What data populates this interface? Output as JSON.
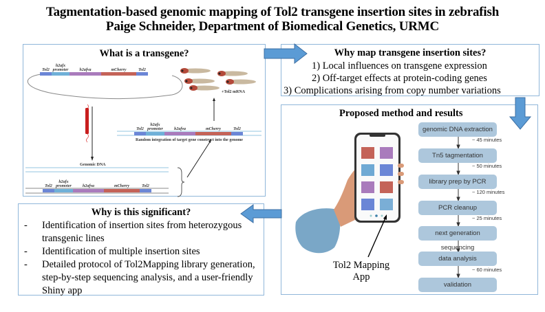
{
  "header": {
    "title": "Tagmentation-based genomic mapping of Tol2 transgene insertion sites in zebrafish",
    "author_line": "Paige Schneider, Department of Biomedical Genetics, URMC"
  },
  "transgene_panel": {
    "heading": "What is a transgene?",
    "construct_segments": [
      {
        "label": "Tol2",
        "color": "#6b86d6"
      },
      {
        "label": "h2afx promoter",
        "color": "#6fb0d8"
      },
      {
        "label": "h2afva",
        "color": "#a97bbc"
      },
      {
        "label": "mCherry",
        "color": "#c46358"
      },
      {
        "label": "Tol2",
        "color": "#6b86d6"
      }
    ],
    "seg_top_line1": "h2afx",
    "seg_top_line2": "promoter",
    "mrna_label": "+Tol2 mRNA",
    "integration_caption": "Random integration of target gene construct into the genome",
    "genomic_dna_label": "Genomic DNA"
  },
  "why_map_panel": {
    "heading": "Why map transgene insertion sites?",
    "items": [
      "1)  Local influences on transgene expression",
      "2)  Off-target effects at protein-coding genes",
      "3)  Complications arising from copy number variations"
    ]
  },
  "method_panel": {
    "heading": "Proposed method and results",
    "app_label_line1": "Tol2 Mapping",
    "app_label_line2": "App",
    "app_tile_colors": [
      "#c46358",
      "#a97bbc",
      "#6fa9d4",
      "#6b86d6",
      "#a97bbc",
      "#c46358",
      "#6b86d6",
      "#7aaed6"
    ],
    "steps": [
      {
        "label": "genomic DNA extraction",
        "duration": "~ 45 minutes"
      },
      {
        "label": "Tn5 tagmentation",
        "duration": "~ 50 minutes"
      },
      {
        "label": "library prep by PCR",
        "duration": "~ 120 minutes"
      },
      {
        "label": "PCR cleanup",
        "duration": "~ 25 minutes"
      },
      {
        "label": "next generation sequencing",
        "duration": ""
      },
      {
        "label": "data analysis",
        "duration": "~ 60 minutes"
      },
      {
        "label": "validation",
        "duration": ""
      }
    ]
  },
  "significance_panel": {
    "heading": "Why is this significant?",
    "bullet": "-",
    "items": [
      {
        "line1": "Identification of insertion sites from heterozygous",
        "line2": "transgenic lines"
      },
      {
        "line1": "Identification of multiple insertion sites",
        "line2": ""
      },
      {
        "line1": "Detailed protocol of Tol2Mapping library generation,",
        "line2": "step-by-step sequencing analysis, and a user-friendly",
        "line3": "Shiny app"
      }
    ]
  },
  "colors": {
    "panel_border": "#8fb6d9",
    "arrow_fill": "#5b9bd5",
    "arrow_stroke": "#3d6fa3",
    "flow_box": "#adc7dc"
  }
}
